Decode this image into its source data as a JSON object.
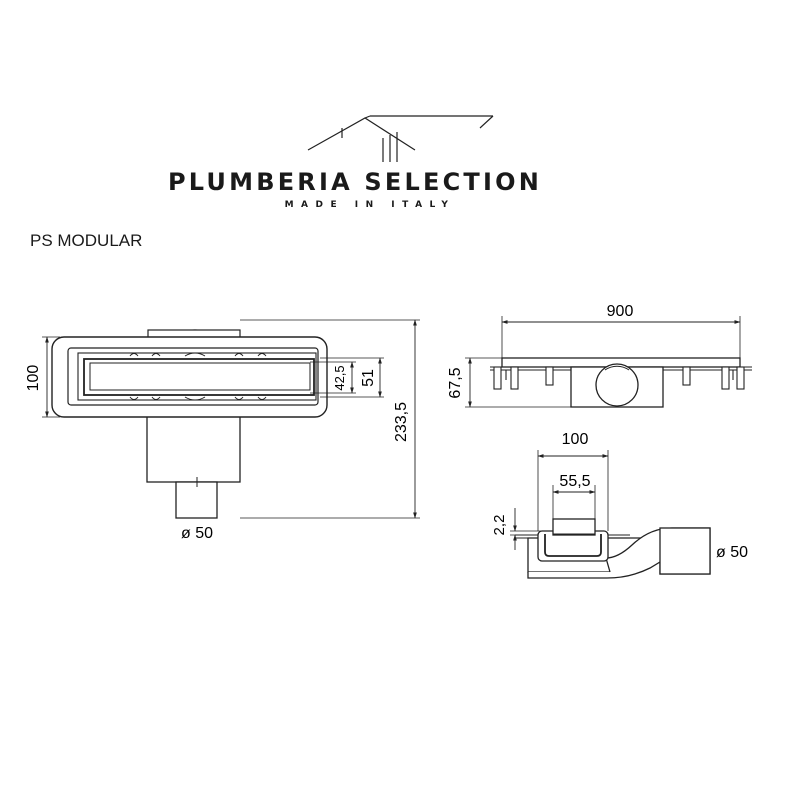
{
  "brand": {
    "name": "PLUMBERIA SELECTION",
    "tagline": "MADE IN ITALY"
  },
  "product": {
    "name": "PS MODULAR"
  },
  "views": {
    "top": {
      "width_label": "100",
      "inner_label": "42,5",
      "outer_label": "51",
      "length_label": "233,5",
      "outlet_label": "ø 50"
    },
    "side": {
      "length_label": "900",
      "height_label": "67,5"
    },
    "section": {
      "width_label": "100",
      "grate_label": "55,5",
      "offset_label": "2,2",
      "outlet_label": "ø 50"
    }
  }
}
